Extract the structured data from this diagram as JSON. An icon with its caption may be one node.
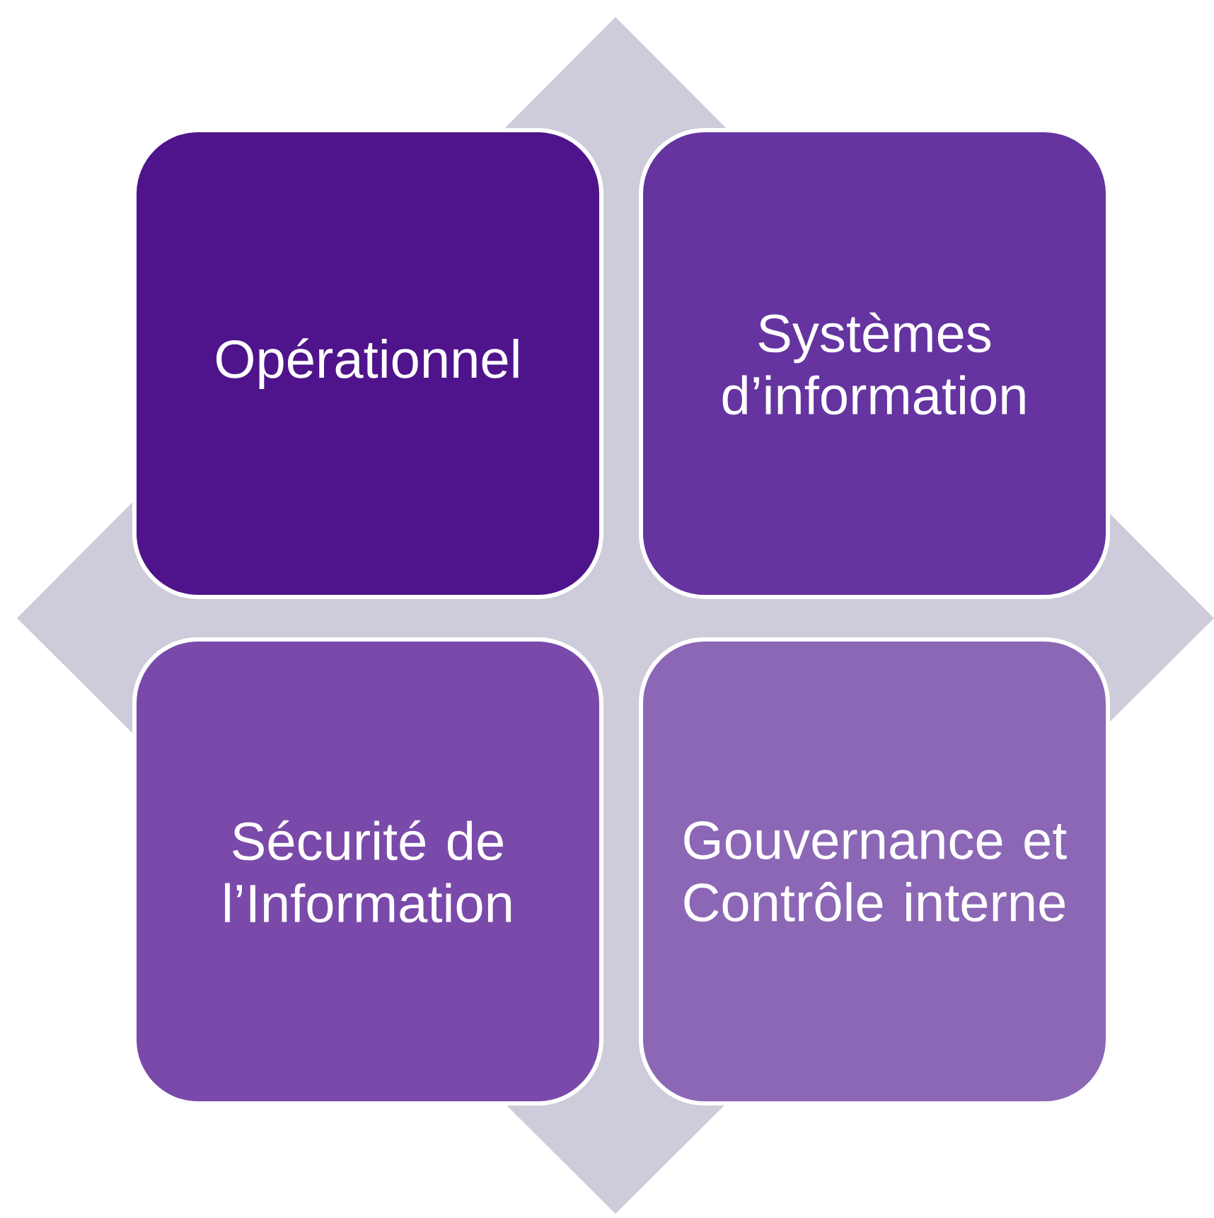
{
  "diagram": {
    "nodes": [
      {
        "text": [
          "Opérationnel"
        ]
      },
      {
        "text": [
          "Systèmes d’information"
        ]
      },
      {
        "text": [
          "Sécurité de l’Information"
        ]
      },
      {
        "text": [
          "Gouvernance et Contrôle interne"
        ]
      }
    ]
  }
}
